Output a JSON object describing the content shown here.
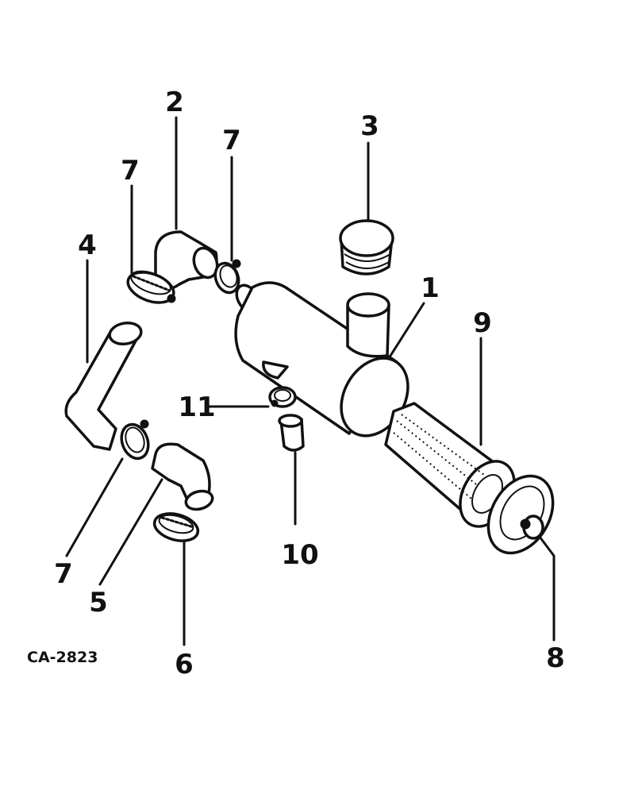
{
  "figure_code": "CA-2823",
  "callouts": {
    "c1": "1",
    "c2": "2",
    "c3": "3",
    "c4": "4",
    "c5": "5",
    "c6": "6",
    "c7a": "7",
    "c7b": "7",
    "c7c": "7",
    "c8": "8",
    "c9": "9",
    "c10": "10",
    "c11": "11"
  }
}
